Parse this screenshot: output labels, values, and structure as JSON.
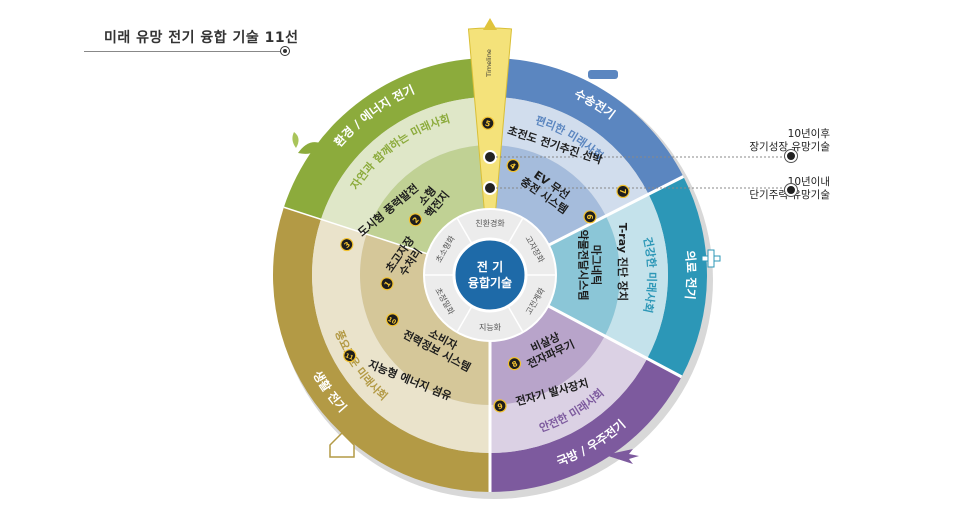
{
  "header": {
    "title": "미래 유망 전기 융합 기술 11선"
  },
  "center": {
    "line1": "전 기",
    "line2": "융합기술"
  },
  "timeline_label": "Timeline",
  "legend": [
    {
      "lines": [
        "10년이후",
        "장기성장 유망기술"
      ]
    },
    {
      "lines": [
        "10년이내",
        "단기주력 유망기술"
      ]
    }
  ],
  "sectors": [
    {
      "id": "energy",
      "outer": "환경 / 에너지 전기",
      "society": "자연과 함께하는 미래사회",
      "color": "#8cab3c"
    },
    {
      "id": "transport",
      "outer": "수송전기",
      "society": "편리한 미래사회",
      "color": "#5b86c0"
    },
    {
      "id": "medical",
      "outer": "의료 전기",
      "society": "건강한 미래사회",
      "color": "#2c97b7"
    },
    {
      "id": "defense",
      "outer": "국방 / 우주전기",
      "society": "안전한 미래사회",
      "color": "#7d5a9e"
    },
    {
      "id": "life",
      "outer": "생활 전기",
      "society": "풍요로운 미래사회",
      "color": "#b39a45"
    }
  ],
  "inner_ring": [
    "친환경화",
    "고자장화",
    "고전계화",
    "지능화",
    "초정밀화",
    "초소형화"
  ],
  "technologies": [
    {
      "num": "1",
      "lines": [
        "초고자장",
        "수처리"
      ]
    },
    {
      "num": "2",
      "lines": [
        "소형",
        "핵전지"
      ]
    },
    {
      "num": "3",
      "lines": [
        "도시형 풍력발전"
      ]
    },
    {
      "num": "4",
      "lines": [
        "EV 무선",
        "충전 시스템"
      ]
    },
    {
      "num": "5",
      "lines": [
        "초전도 전기추진 선박"
      ]
    },
    {
      "num": "6",
      "lines": [
        "마그네틱",
        "약물전달시스템"
      ]
    },
    {
      "num": "7",
      "lines": [
        "T-ray 진단 장치"
      ]
    },
    {
      "num": "8",
      "lines": [
        "비살상",
        "전자파무기"
      ]
    },
    {
      "num": "9",
      "lines": [
        "전자기 발사장치"
      ]
    },
    {
      "num": "10",
      "lines": [
        "소비자",
        "전력정보 시스템"
      ]
    },
    {
      "num": "11",
      "lines": [
        "지능형 에너지 섬유"
      ]
    }
  ]
}
